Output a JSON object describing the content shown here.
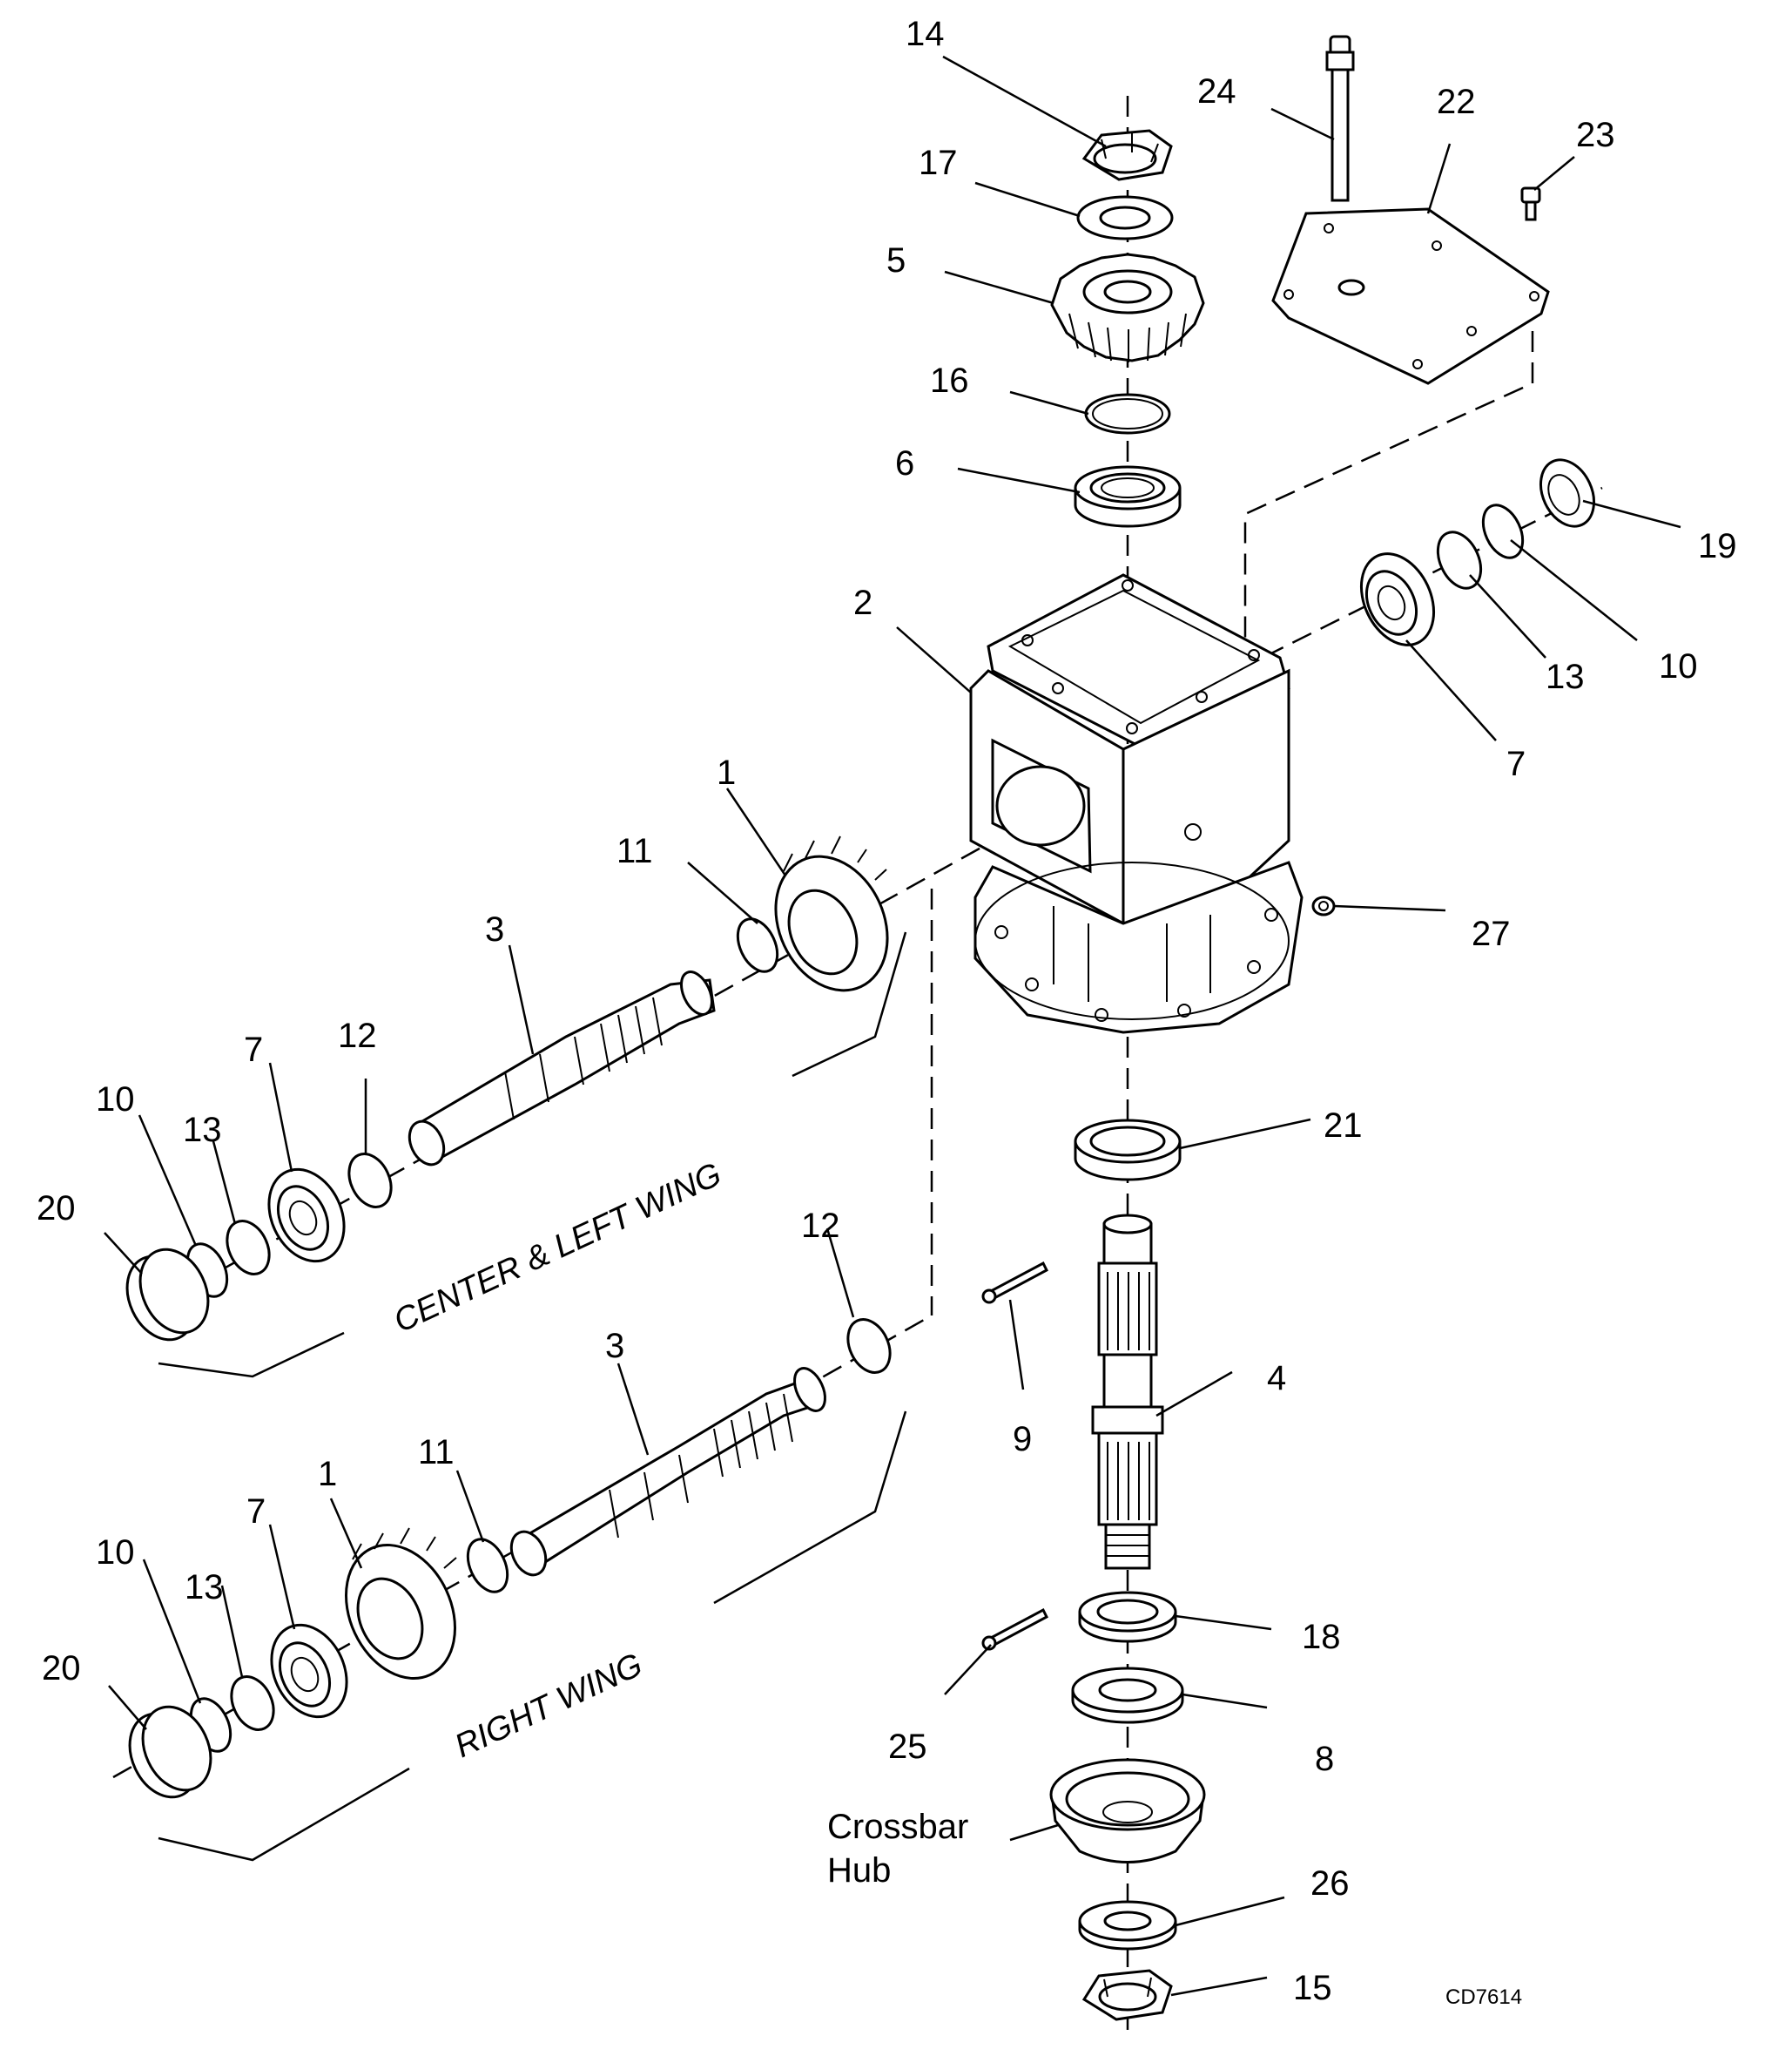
{
  "drawing_number": "CD7614",
  "section_labels": {
    "center_left_wing": "CENTER & LEFT WING",
    "right_wing": "RIGHT WING"
  },
  "crossbar_hub": {
    "line1": "Crossbar",
    "line2": "Hub"
  },
  "callouts": {
    "c1a": "1",
    "c1b": "1",
    "c2": "2",
    "c3a": "3",
    "c3b": "3",
    "c4": "4",
    "c5": "5",
    "c6": "6",
    "c7a": "7",
    "c7b": "7",
    "c7c": "7",
    "c8": "8",
    "c9": "9",
    "c10a": "10",
    "c10b": "10",
    "c10c": "10",
    "c11a": "11",
    "c11b": "11",
    "c12a": "12",
    "c12b": "12",
    "c13a": "13",
    "c13b": "13",
    "c13c": "13",
    "c14": "14",
    "c15": "15",
    "c16": "16",
    "c17": "17",
    "c18": "18",
    "c19": "19",
    "c20a": "20",
    "c20b": "20",
    "c21": "21",
    "c22": "22",
    "c23": "23",
    "c24": "24",
    "c25": "25",
    "c26": "26",
    "c27": "27"
  }
}
